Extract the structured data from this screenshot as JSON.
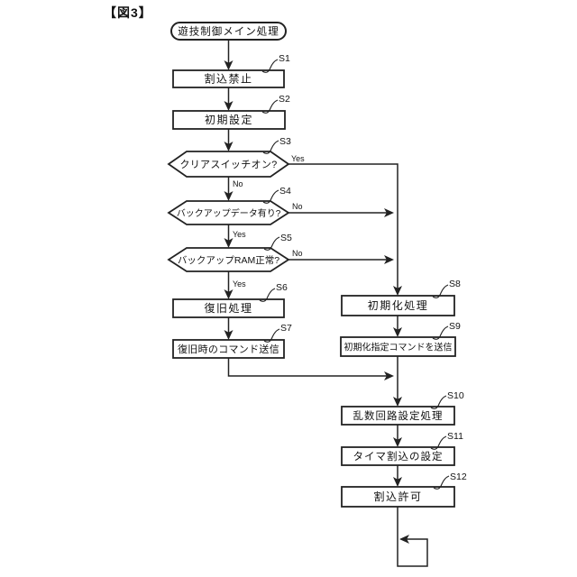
{
  "figure": {
    "label": "【図3】"
  },
  "flow": {
    "start_label": "遊技制御メイン処理",
    "steps": [
      {
        "id": "S1",
        "label": "割込禁止"
      },
      {
        "id": "S2",
        "label": "初期設定"
      },
      {
        "id": "S3",
        "label": "クリアスイッチオン?",
        "yes": "Yes",
        "no": "No"
      },
      {
        "id": "S4",
        "label": "バックアップデータ有り?",
        "yes": "Yes",
        "no": "No"
      },
      {
        "id": "S5",
        "label": "バックアップRAM正常?",
        "yes": "Yes",
        "no": "No"
      },
      {
        "id": "S6",
        "label": "復旧処理"
      },
      {
        "id": "S7",
        "label": "復旧時のコマンド送信"
      },
      {
        "id": "S8",
        "label": "初期化処理"
      },
      {
        "id": "S9",
        "label": "初期化指定コマンドを送信"
      },
      {
        "id": "S10",
        "label": "乱数回路設定処理"
      },
      {
        "id": "S11",
        "label": "タイマ割込の設定"
      },
      {
        "id": "S12",
        "label": "割込許可"
      }
    ],
    "colors": {
      "line": "#222222",
      "background": "#ffffff"
    }
  }
}
